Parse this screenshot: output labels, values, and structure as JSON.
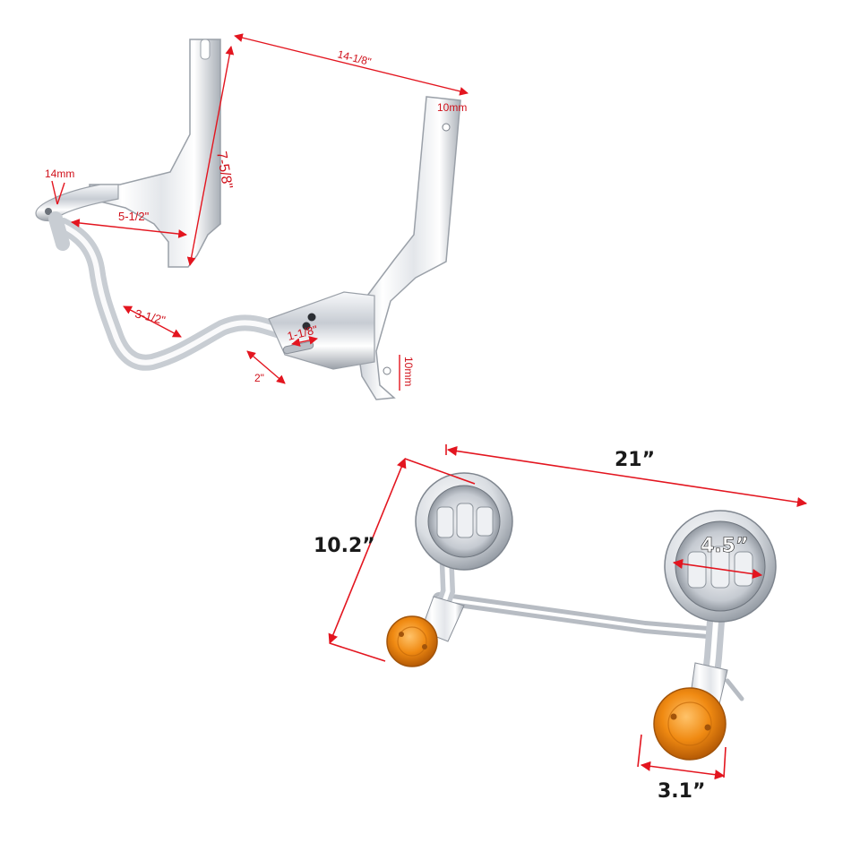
{
  "image": {
    "background": "#ffffff",
    "accent_color": "#e3151f",
    "chrome_light": "#f4f5f7",
    "chrome_dark": "#8a9099",
    "amber": "#f08a12"
  },
  "bracket": {
    "dims": {
      "top_width": "14-1/8\"",
      "height": "7-5/8\"",
      "hole_right_top": "10mm",
      "left_tab": "14mm",
      "arm_width": "5-1/2\"",
      "bar_length": "3-1/2\"",
      "slot_length": "1-1/8\"",
      "offset": "2\"",
      "hole_right_bottom": "10mm"
    }
  },
  "lightbar": {
    "dims": {
      "overall_width": "21”",
      "overall_height": "10.2”",
      "lamp_diameter": "4.5”",
      "turn_signal": "3.1”"
    }
  }
}
